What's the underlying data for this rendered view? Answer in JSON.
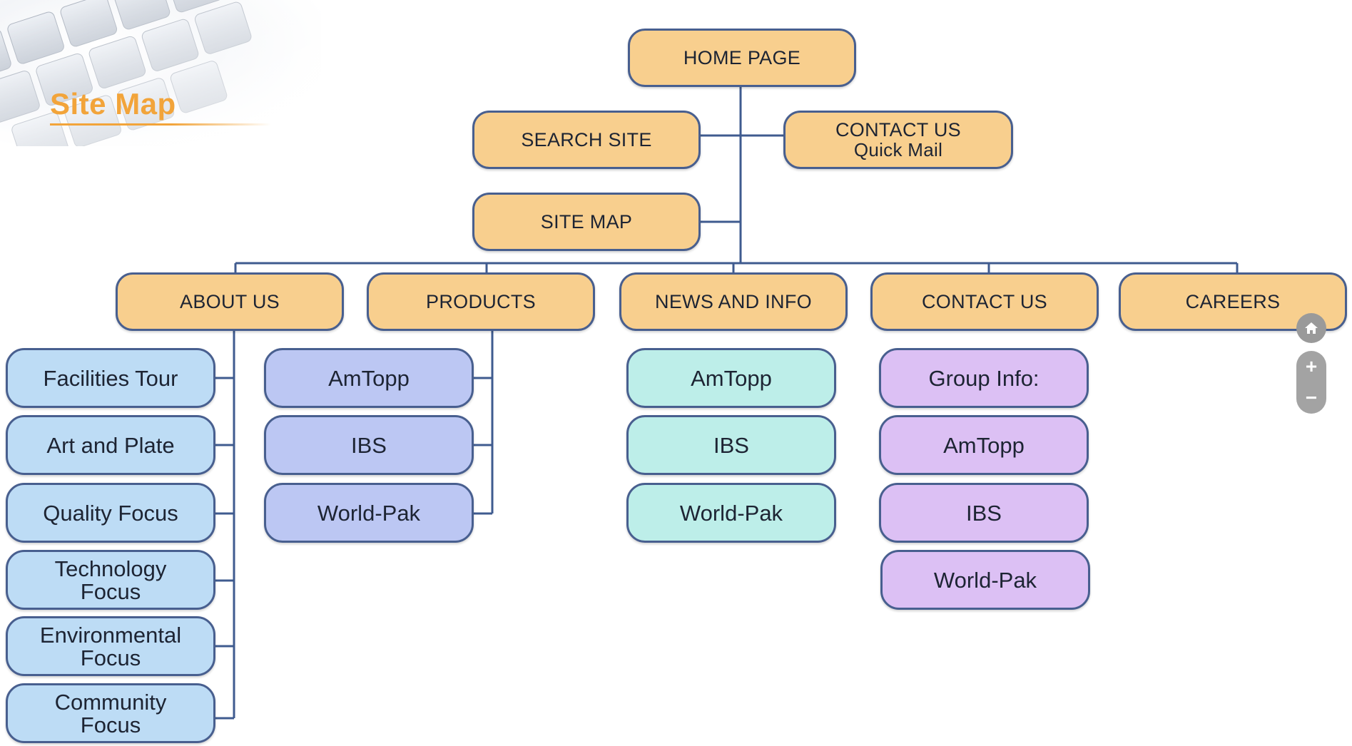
{
  "header": {
    "title": "Site Map"
  },
  "diagram": {
    "top": {
      "home": "HOME PAGE",
      "search": "SEARCH SITE",
      "contact_line1": "CONTACT US",
      "contact_line2": "Quick Mail",
      "sitemap": "SITE MAP"
    },
    "sections": {
      "about": "ABOUT US",
      "products": "PRODUCTS",
      "news": "NEWS AND INFO",
      "contact": "CONTACT US",
      "careers": "CAREERS"
    },
    "about_items": [
      {
        "l1": "Facilities Tour",
        "l2": ""
      },
      {
        "l1": "Art and Plate",
        "l2": ""
      },
      {
        "l1": "Quality Focus",
        "l2": ""
      },
      {
        "l1": "Technology",
        "l2": "Focus"
      },
      {
        "l1": "Environmental",
        "l2": "Focus"
      },
      {
        "l1": "Community",
        "l2": "Focus"
      }
    ],
    "products_items": [
      "AmTopp",
      "IBS",
      "World-Pak"
    ],
    "news_items": [
      "AmTopp",
      "IBS",
      "World-Pak"
    ],
    "contact_items": [
      "Group Info:",
      "AmTopp",
      "IBS",
      "World-Pak"
    ]
  },
  "controls": {
    "zoom_in": "+",
    "zoom_out": "−",
    "home_icon": "home-icon"
  },
  "colors": {
    "orange": "#f8cf8e",
    "blue": "#bddcf5",
    "periwinkle": "#bcc7f3",
    "cyan": "#bdeee9",
    "purple": "#dcc0f4",
    "border": "#485f8f",
    "title": "#f2a43a"
  }
}
